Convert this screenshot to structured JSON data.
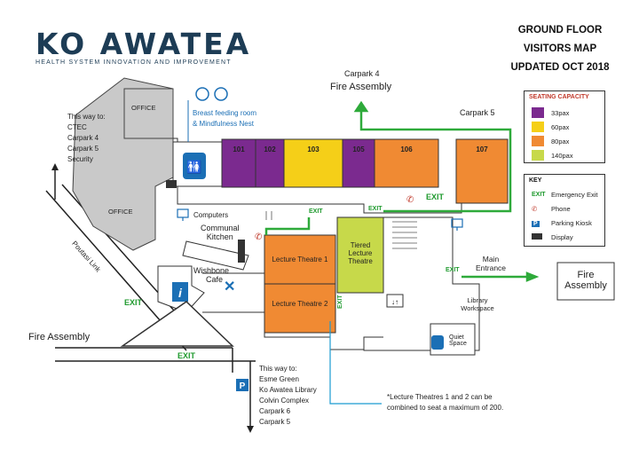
{
  "brand": {
    "name": "KO AWATEA",
    "tagline": "HEALTH SYSTEM INNOVATION AND IMPROVEMENT"
  },
  "header": {
    "line1": "GROUND FLOOR",
    "line2": "VISITORS MAP",
    "line3": "UPDATED OCT 2018"
  },
  "legend": {
    "title": "SEATING CAPACITY",
    "items": [
      {
        "label": "33pax",
        "color": "#7b2a8f"
      },
      {
        "label": "60pax",
        "color": "#f5cf18"
      },
      {
        "label": "80pax",
        "color": "#f08a33"
      },
      {
        "label": "140pax",
        "color": "#c7d94a"
      }
    ]
  },
  "key": {
    "title": "KEY",
    "items": [
      {
        "symbol": "EXIT",
        "label": "Emergency Exit"
      },
      {
        "symbol": "phone-icon",
        "label": "Phone"
      },
      {
        "symbol": "parking-icon",
        "label": "Parking Kiosk"
      },
      {
        "symbol": "display-icon",
        "label": "Display"
      }
    ]
  },
  "rooms": {
    "r101": "101",
    "r102": "102",
    "r103": "103",
    "r105": "105",
    "r106": "106",
    "r107": "107",
    "lt1": "Lecture Theatre 1",
    "lt2": "Lecture Theatre 2",
    "tiered": "Tiered Lecture Theatre",
    "office1": "OFFICE",
    "office2": "OFFICE",
    "library": "Library Workspace",
    "quiet": "Quiet Space"
  },
  "labels": {
    "carpark4": "Carpark 4",
    "fire_top": "Fire Assembly",
    "carpark5": "Carpark 5",
    "breastfeeding_1": "Breast feeding room",
    "breastfeeding_2": "& Mindfulness Nest",
    "this_way_top": [
      "This way to:",
      "CTEC",
      "Carpark 4",
      "Carpark 5",
      "Security"
    ],
    "computers": "Computers",
    "communal_1": "Communal",
    "communal_2": "Kitchen",
    "wishbone_1": "Wishbone",
    "wishbone_2": "Cafe",
    "poutasi": "Poutasi Link",
    "fire_left": "Fire Assembly",
    "main_entrance_1": "Main",
    "main_entrance_2": "Entrance",
    "fire_right_1": "Fire",
    "fire_right_2": "Assembly",
    "this_way_bottom": [
      "This way to:",
      "Esme Green",
      "Ko Awatea Library",
      "Colvin Complex",
      "Carpark 6",
      "Carpark 5"
    ],
    "footnote_1": "*Lecture Theatres 1 and 2 can be",
    "footnote_2": "combined to seat a maximum of 200."
  },
  "exits": [
    "EXIT",
    "EXIT",
    "EXIT",
    "EXIT",
    "EXIT",
    "EXIT",
    "EXIT"
  ]
}
